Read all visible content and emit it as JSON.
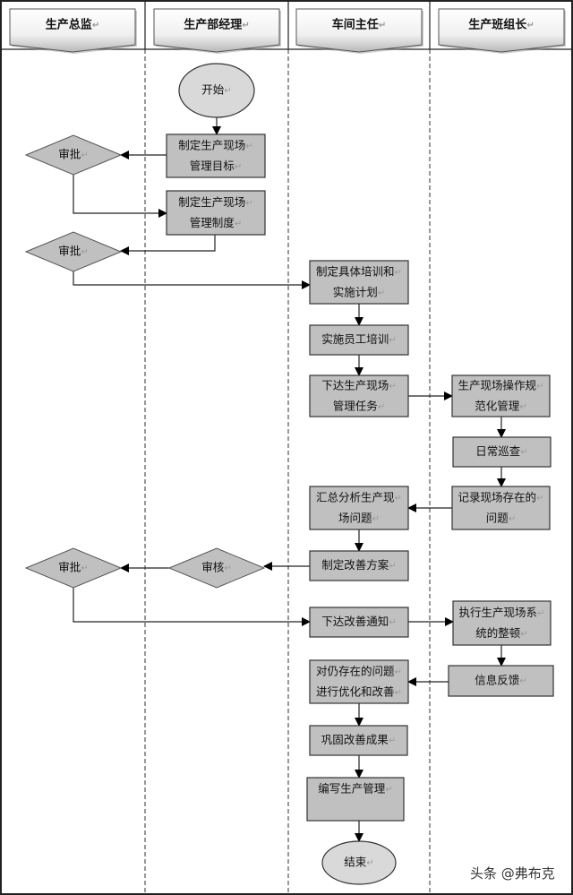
{
  "return_mark": "↵",
  "lanes": [
    {
      "id": "director",
      "label": "生产总监"
    },
    {
      "id": "manager",
      "label": "生产部经理"
    },
    {
      "id": "workshop",
      "label": "车间主任"
    },
    {
      "id": "team",
      "label": "生产班组长"
    }
  ],
  "nodes": [
    {
      "id": "start",
      "type": "terminal",
      "lines": [
        "开始"
      ]
    },
    {
      "id": "n1",
      "type": "process",
      "lines": [
        "制定生产现场",
        "管理目标"
      ]
    },
    {
      "id": "d1",
      "type": "decision",
      "lines": [
        "审批"
      ]
    },
    {
      "id": "n2",
      "type": "process",
      "lines": [
        "制定生产现场",
        "管理制度"
      ]
    },
    {
      "id": "d2",
      "type": "decision",
      "lines": [
        "审批"
      ]
    },
    {
      "id": "n3",
      "type": "process",
      "lines": [
        "制定具体培训和",
        "实施计划"
      ]
    },
    {
      "id": "n4",
      "type": "process",
      "lines": [
        "实施员工培训"
      ]
    },
    {
      "id": "n5",
      "type": "process",
      "lines": [
        "下达生产现场",
        "管理任务"
      ]
    },
    {
      "id": "n6",
      "type": "process",
      "lines": [
        "生产现场操作规",
        "范化管理"
      ]
    },
    {
      "id": "n7",
      "type": "process",
      "lines": [
        "日常巡查"
      ]
    },
    {
      "id": "n8",
      "type": "process",
      "lines": [
        "记录现场存在的",
        "问题"
      ]
    },
    {
      "id": "n9",
      "type": "process",
      "lines": [
        "汇总分析生产现",
        "场问题"
      ]
    },
    {
      "id": "n10",
      "type": "process",
      "lines": [
        "制定改善方案"
      ]
    },
    {
      "id": "d3",
      "type": "decision",
      "lines": [
        "审核"
      ]
    },
    {
      "id": "d4",
      "type": "decision",
      "lines": [
        "审批"
      ]
    },
    {
      "id": "n11",
      "type": "process",
      "lines": [
        "下达改善通知"
      ]
    },
    {
      "id": "n12",
      "type": "process",
      "lines": [
        "执行生产现场系",
        "统的整顿"
      ]
    },
    {
      "id": "n13",
      "type": "process",
      "lines": [
        "信息反馈"
      ]
    },
    {
      "id": "n14",
      "type": "process",
      "lines": [
        "对仍存在的问题",
        "进行优化和改善"
      ]
    },
    {
      "id": "n15",
      "type": "process",
      "lines": [
        "巩固改善成果"
      ]
    },
    {
      "id": "n16",
      "type": "process",
      "lines": [
        "编写生产管理"
      ]
    },
    {
      "id": "end",
      "type": "terminal",
      "lines": [
        "结束"
      ]
    }
  ],
  "edges": [
    [
      "start",
      "n1"
    ],
    [
      "n1",
      "d1"
    ],
    [
      "d1",
      "n2"
    ],
    [
      "n2",
      "d2"
    ],
    [
      "d2",
      "n3"
    ],
    [
      "n3",
      "n4"
    ],
    [
      "n4",
      "n5"
    ],
    [
      "n5",
      "n6"
    ],
    [
      "n6",
      "n7"
    ],
    [
      "n7",
      "n8"
    ],
    [
      "n8",
      "n9"
    ],
    [
      "n9",
      "n10"
    ],
    [
      "n10",
      "d3"
    ],
    [
      "d3",
      "d4"
    ],
    [
      "d4",
      "n11"
    ],
    [
      "n11",
      "n12"
    ],
    [
      "n12",
      "n13"
    ],
    [
      "n13",
      "n14"
    ],
    [
      "n14",
      "n15"
    ],
    [
      "n15",
      "n16"
    ],
    [
      "n16",
      "end"
    ]
  ],
  "watermark": "头条 @弗布克",
  "colors": {
    "fill": "#c0c0c0",
    "terminal": "#d9d9d9",
    "stroke": "#333333"
  }
}
